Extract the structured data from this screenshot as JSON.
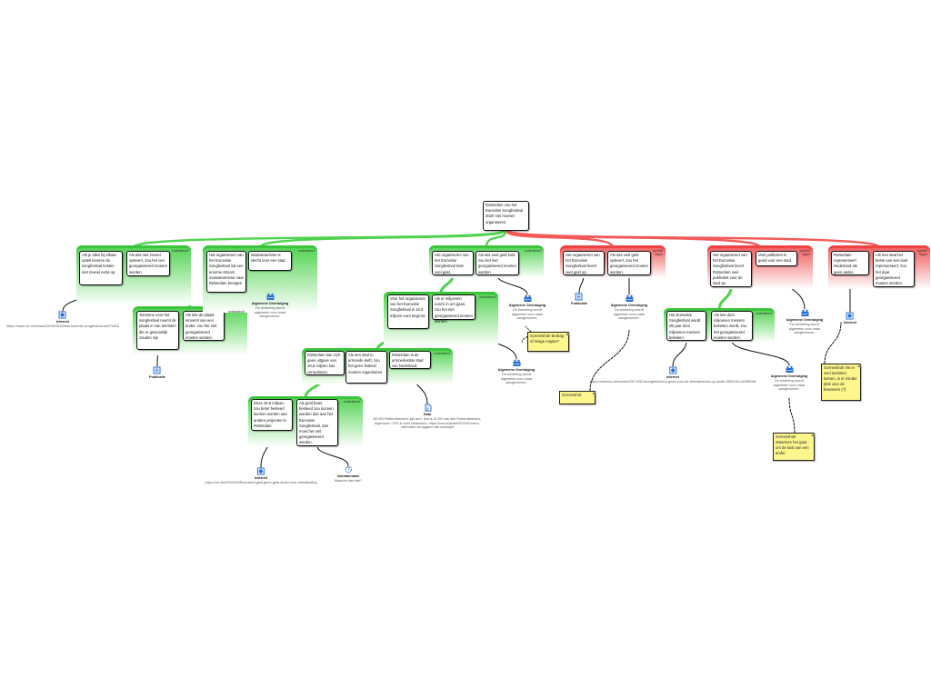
{
  "root": {
    "text": "Rotterdam zou het Eurovisie Songfestival 2020 niet moeten organiseren."
  },
  "groups": [
    {
      "label": "ondersteunt",
      "color": "green",
      "premises": [
        "Als je alles bij elkaar optelt leveren de songfestival kosten niet zoveel extra op.",
        "Als iets niet zoveel oplevert, zou het niet georganiseerd moeten worden."
      ]
    },
    {
      "label": "ondersteunt",
      "color": "green",
      "premises": [
        "Toerisme voor het songfestival neemt de plaats in van toeristen die er gewoonlijk zouden zijn",
        "Als iets de plaats inneemt van een ander, zou het niet georganiseerd moeten worden."
      ]
    },
    {
      "label": "ondersteunt",
      "color": "green",
      "premises": [
        "Het organiseren van het Eurovisie Songfestival zal een enorme stroom massatoerisme naar Rotterdam brengen.",
        "Massatoerisme is slecht voor een stad."
      ]
    },
    {
      "label": "ondersteunt",
      "color": "green",
      "premises": [
        "Het organiseren van het Eurovisie Songfestival kost veel geld.",
        "Als iets veel geld kost zou het niet georganiseerd moeten worden."
      ]
    },
    {
      "label": "ondersteunt",
      "color": "green",
      "premises": [
        "Voor het organiseren van het Eurovisie Songfestival is 16,6 miljoen euro begroot.",
        "Als er miljoenen euro's in om gaan, zou het niet georganiseerd moeten worden."
      ]
    },
    {
      "label": "ondersteunt",
      "color": "green",
      "premises": [
        "Rotterdam kan zich geen uitgave van 16,6 miljoen kan veroorloven.",
        "Als een stad in armoede leeft, zou het geen festival moeten organiseren.",
        "Rotterdam is de armoedestste stad van Nederland."
      ]
    },
    {
      "label": "ondersteunt",
      "color": "green",
      "premises": [
        "Deze 16,5 miljoen zou beter besteed kunnen worden aan andere projecten in Rotterdam.",
        "Als geld beter besteed zou kunnen worden dan aan het Eurovisie Songfestival, dan moet het niet georganiseerd worden."
      ]
    },
    {
      "label": "spreekt tegen",
      "color": "red",
      "premises": [
        "Het organiseren van het Eurovisie Songfestival levert veel geld op.",
        "Als iets veel geld oplevert, zou het georganiseerd moeten worden."
      ]
    },
    {
      "label": "spreekt tegen",
      "color": "red",
      "premises": [
        "Het organiseren van het Eurovisie Songfestival levert Rotterdam veel publiciteit voor de stad op.",
        "Veel publiciteit is goed voor een stad."
      ]
    },
    {
      "label": "ondersteunt",
      "color": "green",
      "premises": [
        "Het Eurovisie Songfestival wordt elk jaar door miljoenen mensen bekeken.",
        "Als iets door miljoenen mensen bekeken wordt, zou het georganiseerd moeten worden."
      ]
    },
    {
      "label": "spreekt tegen",
      "color": "red",
      "premises": [
        "Rotterdam representeert Nederland als geen ander.",
        "Als een stad het beste van een land representeert, zou het daar georganiseerd moeten worden."
      ]
    }
  ],
  "evidence": [
    {
      "icon": "internet-icon",
      "type": "Internet",
      "detail": "https://www.nrc.nl/nieuws/2019/05/20/wat-kost-het-songfestival-a3971843"
    },
    {
      "icon": "publication-icon",
      "type": "Publicatie",
      "detail": ""
    },
    {
      "icon": "common-belief-icon",
      "type": "Algemene Overtuiging",
      "detail": "De bewering wordt algemeen voor waar aangenomen."
    },
    {
      "icon": "common-belief-icon",
      "type": "Algemene Overtuiging",
      "detail": "De bewering wordt algemeen voor waar aangenomen."
    },
    {
      "icon": "common-belief-icon",
      "type": "Algemene Overtuiging",
      "detail": "De bewering wordt algemeen voor waar aangenomen."
    },
    {
      "icon": "data-icon",
      "type": "Data",
      "detail": "65.000 Rotterdammers zijn arm. Dat is 11,5% van alle Rotterdammers, tegenover 7,6% in heel Nederland. https://nos.nl/artikel/2019/01/arm-rotterdam-de-opgave-die-verdwijnt"
    },
    {
      "icon": "internet-icon",
      "type": "Internet",
      "detail": "https://ov.nltnl/2019/03/financieel-geld-geen-geld-ander-voor-ontwikkeling"
    },
    {
      "icon": "assumption-icon",
      "type": "Vooraanname",
      "detail": "Waarom dan wel?"
    },
    {
      "icon": "publication-icon",
      "type": "Publicatie",
      "detail": ""
    },
    {
      "icon": "common-belief-icon",
      "type": "Algemene Overtuiging",
      "detail": "De bewering wordt algemeen voor waar aangenomen."
    },
    {
      "icon": "internet-icon",
      "type": "Internet",
      "detail": "https://www.nu.nl/muziek/2017/05/1/songfestival-is-goud-voor-de-televisieshow-op-sente-6801102-a1555298"
    },
    {
      "icon": "common-belief-icon",
      "type": "Algemene Overtuiging",
      "detail": "De bewering wordt algemeen voor waar aangenomen."
    },
    {
      "icon": "common-belief-icon",
      "type": "Algemene Overtuiging",
      "detail": "De bewering wordt algemeen voor waar aangenomen."
    },
    {
      "icon": "internet-icon",
      "type": "Internet",
      "detail": ""
    }
  ],
  "notes": [
    {
      "text": "Screenshot! Bedrag of image maybe?"
    },
    {
      "text": "Screenshot"
    },
    {
      "text": "Screenshot! Als er veel toeristen komen, is er minder plek voor de bewoners (?)"
    },
    {
      "text": "Screenshot! Waarmee het gaat om de kost van een ander"
    }
  ],
  "colors": {
    "support": "#4fd24f",
    "oppose": "#f25a5a",
    "note": "#fdf68d",
    "icon": "#2a6fd6"
  }
}
